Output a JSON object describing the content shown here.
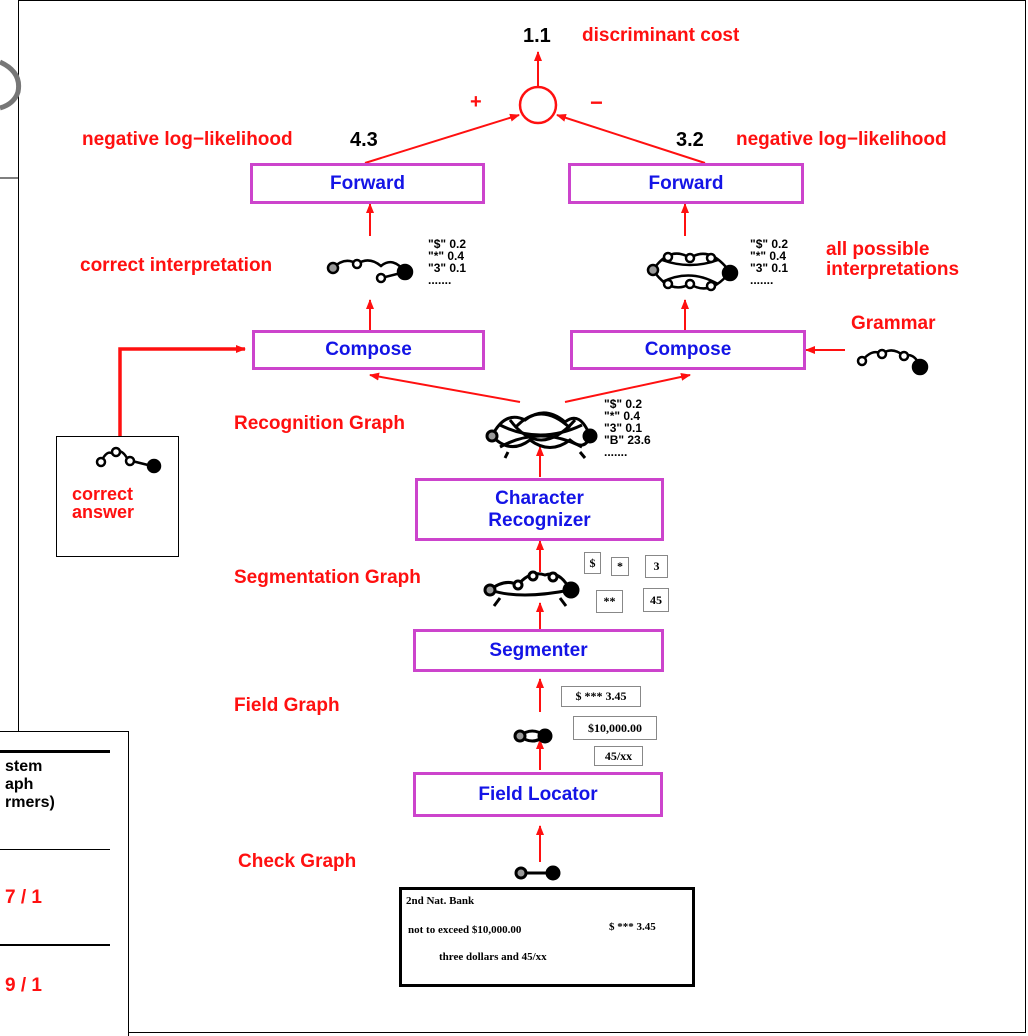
{
  "top": {
    "cost_value": "1.1",
    "cost_label": "discriminant cost",
    "plus": "+",
    "minus": "−"
  },
  "left_branch": {
    "nll_label": "negative log−likelihood",
    "nll_value": "4.3",
    "forward": "Forward",
    "interp_label": "correct interpretation",
    "compose": "Compose",
    "scores": [
      "\"$\" 0.2",
      "\"*\" 0.4",
      "\"3\" 0.1",
      "......."
    ]
  },
  "right_branch": {
    "nll_value": "3.2",
    "nll_label": "negative log−likelihood",
    "forward": "Forward",
    "interp_label_1": "all possible",
    "interp_label_2": "interpretations",
    "compose": "Compose",
    "grammar_label": "Grammar",
    "scores": [
      "\"$\" 0.2",
      "\"*\" 0.4",
      "\"3\" 0.1",
      "......."
    ]
  },
  "correct_answer": {
    "line1": "correct",
    "line2": "answer"
  },
  "recognition": {
    "label": "Recognition Graph",
    "scores": [
      "\"$\" 0.2",
      "\"*\" 0.4",
      "\"3\" 0.1",
      "\"B\" 23.6",
      "......."
    ]
  },
  "character_recognizer": {
    "line1": "Character",
    "line2": "Recognizer"
  },
  "segmentation": {
    "label": "Segmentation Graph",
    "images": [
      "$",
      "*",
      "3",
      "**",
      "45"
    ]
  },
  "segmenter": {
    "label": "Segmenter"
  },
  "field_graph": {
    "label": "Field Graph",
    "fields": [
      "$ *** 3.45",
      "$10,000.00",
      "45/xx"
    ]
  },
  "field_locator": {
    "label": "Field Locator"
  },
  "check_graph": {
    "label": "Check Graph"
  },
  "check": {
    "bank": "2nd Nat. Bank",
    "limit": "not to exceed $10,000.00",
    "amount": "$ *** 3.45",
    "words": "three dollars and 45/xx"
  },
  "partial_table": {
    "row1": "stem",
    "row2": "aph",
    "row3": "rmers)",
    "val1": "7 / 1",
    "val2": "9 / 1"
  }
}
